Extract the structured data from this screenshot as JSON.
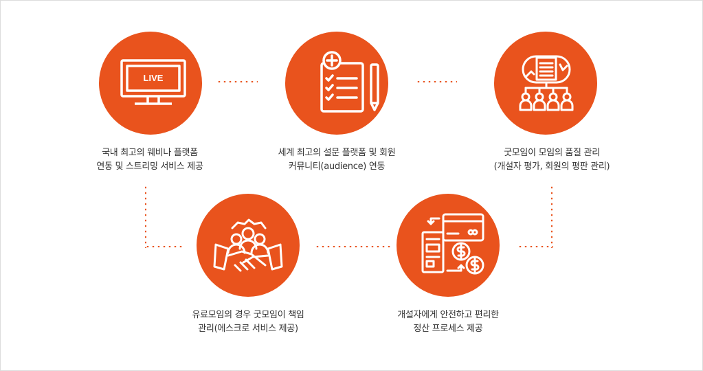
{
  "accent_color": "#e9531d",
  "steps": [
    {
      "icon": "live-tv-icon",
      "icon_text": "LIVE",
      "lines": [
        "국내 최고의 웨비나 플랫폼",
        "연동 및 스트리밍 서비스 제공"
      ]
    },
    {
      "icon": "survey-clipboard-icon",
      "lines": [
        "세계 최고의 설문 플랫폼 및 회원",
        "커뮤니티(audience) 연동"
      ]
    },
    {
      "icon": "audience-network-icon",
      "lines": [
        "굿모임이 모임의 품질 관리",
        "(개설자 평가, 회원의 평판 관리)"
      ]
    },
    {
      "icon": "payment-settlement-icon",
      "lines": [
        "개설자에게 안전하고 편리한",
        "정산 프로세스 제공"
      ]
    },
    {
      "icon": "handshake-team-icon",
      "lines": [
        "유료모임의 경우 굿모임이 책임",
        "관리(에스크로 서비스 제공)"
      ]
    }
  ]
}
